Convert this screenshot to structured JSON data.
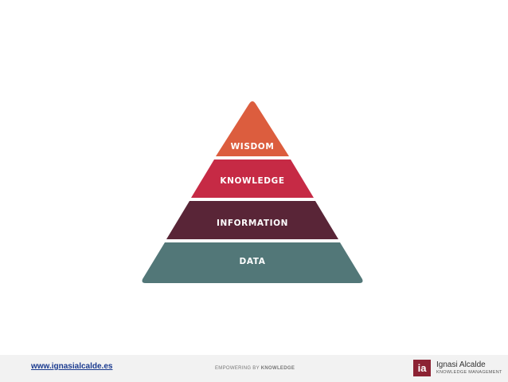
{
  "diagram": {
    "levels": [
      {
        "label": "WISDOM",
        "color": "#dc5d3e"
      },
      {
        "label": "KNOWLEDGE",
        "color": "#c62a45"
      },
      {
        "label": "INFORMATION",
        "color": "#592537"
      },
      {
        "label": "DATA",
        "color": "#527778"
      }
    ]
  },
  "footer": {
    "website": "www.ignasialcalde.es",
    "tagline_prefix": "EMPOWERING BY ",
    "tagline_strong": "KNOWLEDGE",
    "logo_text": "ia",
    "brand_name": "Ignasi Alcalde",
    "brand_subtitle": "KNOWLEDGE MANAGEMENT"
  }
}
